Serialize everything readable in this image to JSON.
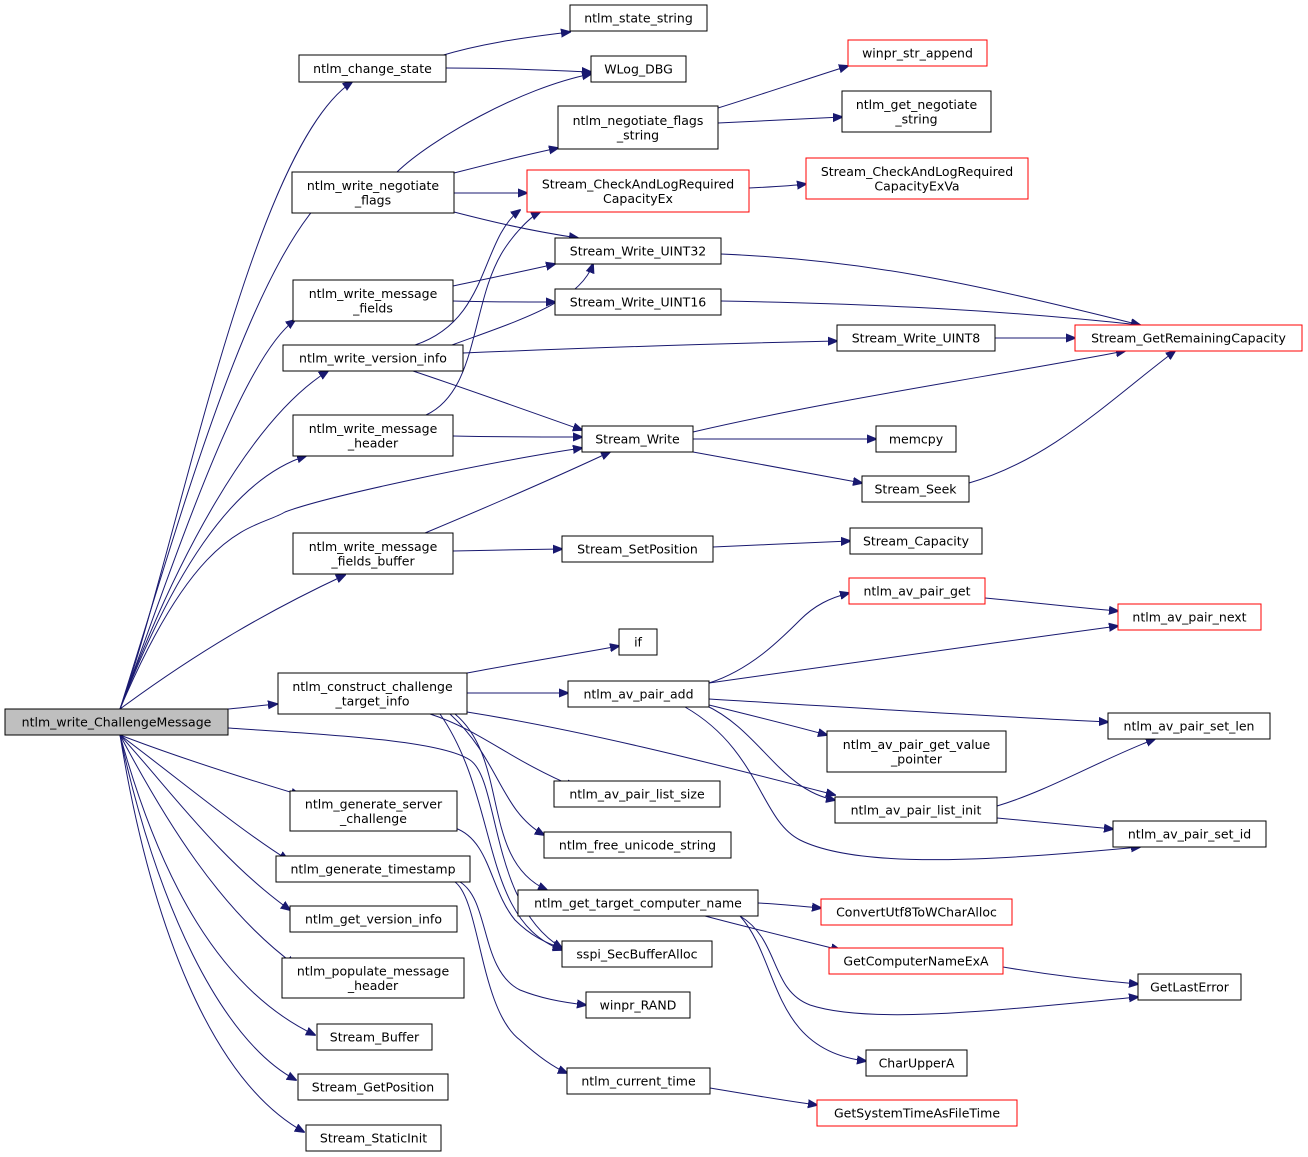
{
  "colors": {
    "edge": "#191970",
    "box": "#000000",
    "red_box": "#ff0000",
    "root_fill": "#bfbfbf"
  },
  "nodes": {
    "root": {
      "lines": [
        "ntlm_write_ChallengeMessage"
      ]
    },
    "change_state": {
      "lines": [
        "ntlm_change_state"
      ]
    },
    "state_string": {
      "lines": [
        "ntlm_state_string"
      ]
    },
    "wlog_dbg": {
      "lines": [
        "WLog_DBG"
      ]
    },
    "winpr_str_append": {
      "lines": [
        "winpr_str_append"
      ]
    },
    "negotiate_flags_string": {
      "lines": [
        "ntlm_negotiate_flags",
        "_string"
      ]
    },
    "get_negotiate_string": {
      "lines": [
        "ntlm_get_negotiate",
        "_string"
      ]
    },
    "write_negotiate_flags": {
      "lines": [
        "ntlm_write_negotiate",
        "_flags"
      ]
    },
    "check_capacity_ex": {
      "lines": [
        "Stream_CheckAndLogRequired",
        "CapacityEx"
      ]
    },
    "check_capacity_exva": {
      "lines": [
        "Stream_CheckAndLogRequired",
        "CapacityExVa"
      ]
    },
    "write_uint32": {
      "lines": [
        "Stream_Write_UINT32"
      ]
    },
    "write_message_fields": {
      "lines": [
        "ntlm_write_message",
        "_fields"
      ]
    },
    "write_uint16": {
      "lines": [
        "Stream_Write_UINT16"
      ]
    },
    "write_version_info": {
      "lines": [
        "ntlm_write_version_info"
      ]
    },
    "write_uint8": {
      "lines": [
        "Stream_Write_UINT8"
      ]
    },
    "get_remaining_capacity": {
      "lines": [
        "Stream_GetRemainingCapacity"
      ]
    },
    "write_message_header": {
      "lines": [
        "ntlm_write_message",
        "_header"
      ]
    },
    "stream_write": {
      "lines": [
        "Stream_Write"
      ]
    },
    "memcpy": {
      "lines": [
        "memcpy"
      ]
    },
    "stream_seek": {
      "lines": [
        "Stream_Seek"
      ]
    },
    "write_message_fields_buffer": {
      "lines": [
        "ntlm_write_message",
        "_fields_buffer"
      ]
    },
    "set_position": {
      "lines": [
        "Stream_SetPosition"
      ]
    },
    "stream_capacity": {
      "lines": [
        "Stream_Capacity"
      ]
    },
    "av_pair_get": {
      "lines": [
        "ntlm_av_pair_get"
      ]
    },
    "av_pair_next": {
      "lines": [
        "ntlm_av_pair_next"
      ]
    },
    "if": {
      "lines": [
        "if"
      ]
    },
    "construct_challenge": {
      "lines": [
        "ntlm_construct_challenge",
        "_target_info"
      ]
    },
    "av_pair_add": {
      "lines": [
        "ntlm_av_pair_add"
      ]
    },
    "av_pair_set_len": {
      "lines": [
        "ntlm_av_pair_set_len"
      ]
    },
    "av_pair_get_value_pointer": {
      "lines": [
        "ntlm_av_pair_get_value",
        "_pointer"
      ]
    },
    "av_pair_list_size": {
      "lines": [
        "ntlm_av_pair_list_size"
      ]
    },
    "av_pair_list_init": {
      "lines": [
        "ntlm_av_pair_list_init"
      ]
    },
    "av_pair_set_id": {
      "lines": [
        "ntlm_av_pair_set_id"
      ]
    },
    "generate_server_challenge": {
      "lines": [
        "ntlm_generate_server",
        "_challenge"
      ]
    },
    "free_unicode_string": {
      "lines": [
        "ntlm_free_unicode_string"
      ]
    },
    "generate_timestamp": {
      "lines": [
        "ntlm_generate_timestamp"
      ]
    },
    "get_target_computer_name": {
      "lines": [
        "ntlm_get_target_computer_name"
      ]
    },
    "convert_utf8": {
      "lines": [
        "ConvertUtf8ToWCharAlloc"
      ]
    },
    "get_version_info": {
      "lines": [
        "ntlm_get_version_info"
      ]
    },
    "sspi_secbufferalloc": {
      "lines": [
        "sspi_SecBufferAlloc"
      ]
    },
    "get_computer_name_exa": {
      "lines": [
        "GetComputerNameExA"
      ]
    },
    "get_last_error": {
      "lines": [
        "GetLastError"
      ]
    },
    "populate_message_header": {
      "lines": [
        "ntlm_populate_message",
        "_header"
      ]
    },
    "winpr_rand": {
      "lines": [
        "winpr_RAND"
      ]
    },
    "stream_buffer": {
      "lines": [
        "Stream_Buffer"
      ]
    },
    "char_upper_a": {
      "lines": [
        "CharUpperA"
      ]
    },
    "stream_get_position": {
      "lines": [
        "Stream_GetPosition"
      ]
    },
    "current_time": {
      "lines": [
        "ntlm_current_time"
      ]
    },
    "get_system_time": {
      "lines": [
        "GetSystemTimeAsFileTime"
      ]
    },
    "stream_static_init": {
      "lines": [
        "Stream_StaticInit"
      ]
    }
  }
}
